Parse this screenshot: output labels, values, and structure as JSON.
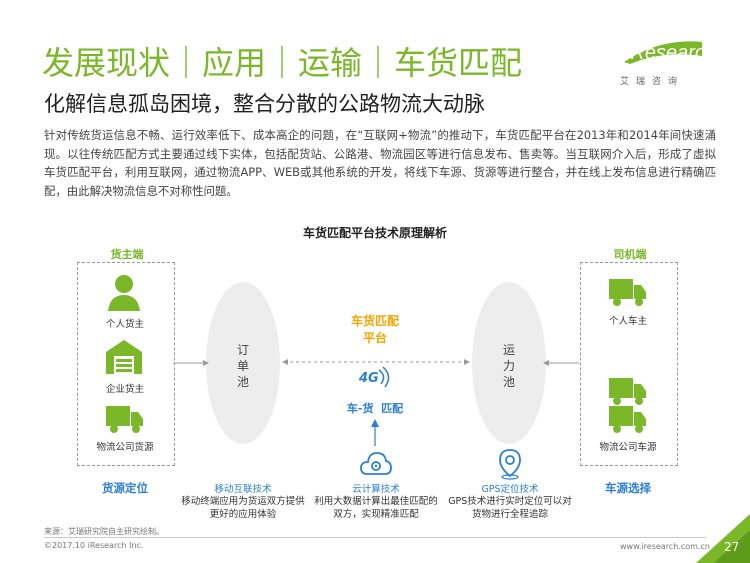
{
  "header": {
    "title": "发展现状｜应用｜运输｜车货匹配",
    "subtitle": "化解信息孤岛困境，整合分散的公路物流大动脉",
    "logo_word": "iResearch",
    "logo_cn": "艾瑞咨询"
  },
  "intro": "针对传统货运信息不畅、运行效率低下、成本高企的问题，在“互联网+物流”的推动下，车货匹配平台在2013年和2014年间快速涌现。以往传统匹配方式主要通过线下实体，包括配货站、公路港、物流园区等进行信息发布、售卖等。当互联网介入后，形成了虚拟车货匹配平台，利用互联网，通过物流APP、WEB或其他系统的开发，将线下车源、货源等进行整合，并在线上发布信息进行精确匹配，由此解决物流信息不对称性问题。",
  "diagram": {
    "title": "车货匹配平台技术原理解析",
    "left": {
      "heading": "货主端",
      "items": [
        "个人货主",
        "企业货主",
        "物流公司货源"
      ],
      "footer": "货源定位"
    },
    "right": {
      "heading": "司机端",
      "items": [
        "个人车主",
        "物流公司车源"
      ],
      "footer": "车源选择"
    },
    "left_pool": "订单池",
    "right_pool": "运力池",
    "center": {
      "title_line1": "车货匹配",
      "title_line2": "平台",
      "badge": "4G",
      "match": "车-货  匹配"
    },
    "tech": [
      {
        "title": "移动互联技术",
        "desc": "移动终端应用为货运双方提供更好的应用体验"
      },
      {
        "title": "云计算技术",
        "desc": "利用大数据计算出最佳匹配的双方，实现精准匹配"
      },
      {
        "title": "GPS定位技术",
        "desc": "GPS技术进行实时定位可以对货物进行全程追踪"
      }
    ]
  },
  "footer": {
    "source": "来源：艾瑞研究院自主研究绘制。",
    "copyright": "©2017.10 iResearch Inc.",
    "site": "www.iresearch.com.cn",
    "page": "27"
  },
  "colors": {
    "brand_green": "#7ab829",
    "accent_orange": "#f5a500",
    "accent_blue": "#2b7fd6"
  }
}
